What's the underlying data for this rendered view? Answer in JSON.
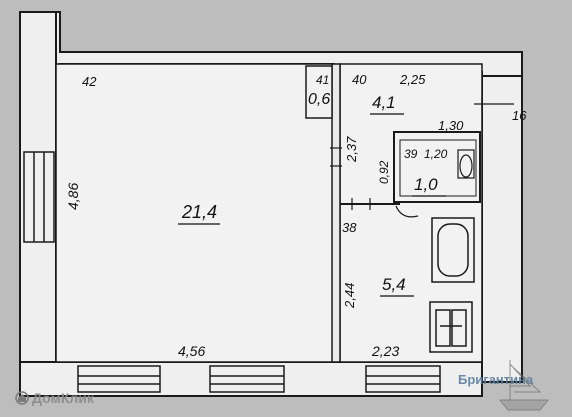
{
  "plan": {
    "rooms": [
      {
        "id": "living-room",
        "area": "21,4"
      },
      {
        "id": "closet",
        "area": "0,6"
      },
      {
        "id": "hall",
        "area": "4,1"
      },
      {
        "id": "wc",
        "area": "1,0"
      },
      {
        "id": "kitchen",
        "area": "5,4"
      }
    ],
    "dimensions": {
      "living_height": "4,86",
      "living_width": "4,56",
      "kitchen_width": "2,23",
      "kitchen_height": "2,44",
      "hall_width": "2,25",
      "hall_depth": "2,37",
      "wc_height": "0,92",
      "wc_width": "1,20",
      "wall_1_30": "1,30"
    },
    "labels": {
      "n42": "42",
      "n41": "41",
      "n40": "40",
      "n39": "39",
      "n38": "38",
      "n16": "16"
    }
  },
  "watermarks": {
    "domclick": "ДомКлик",
    "brigantina": "Бригантина"
  }
}
